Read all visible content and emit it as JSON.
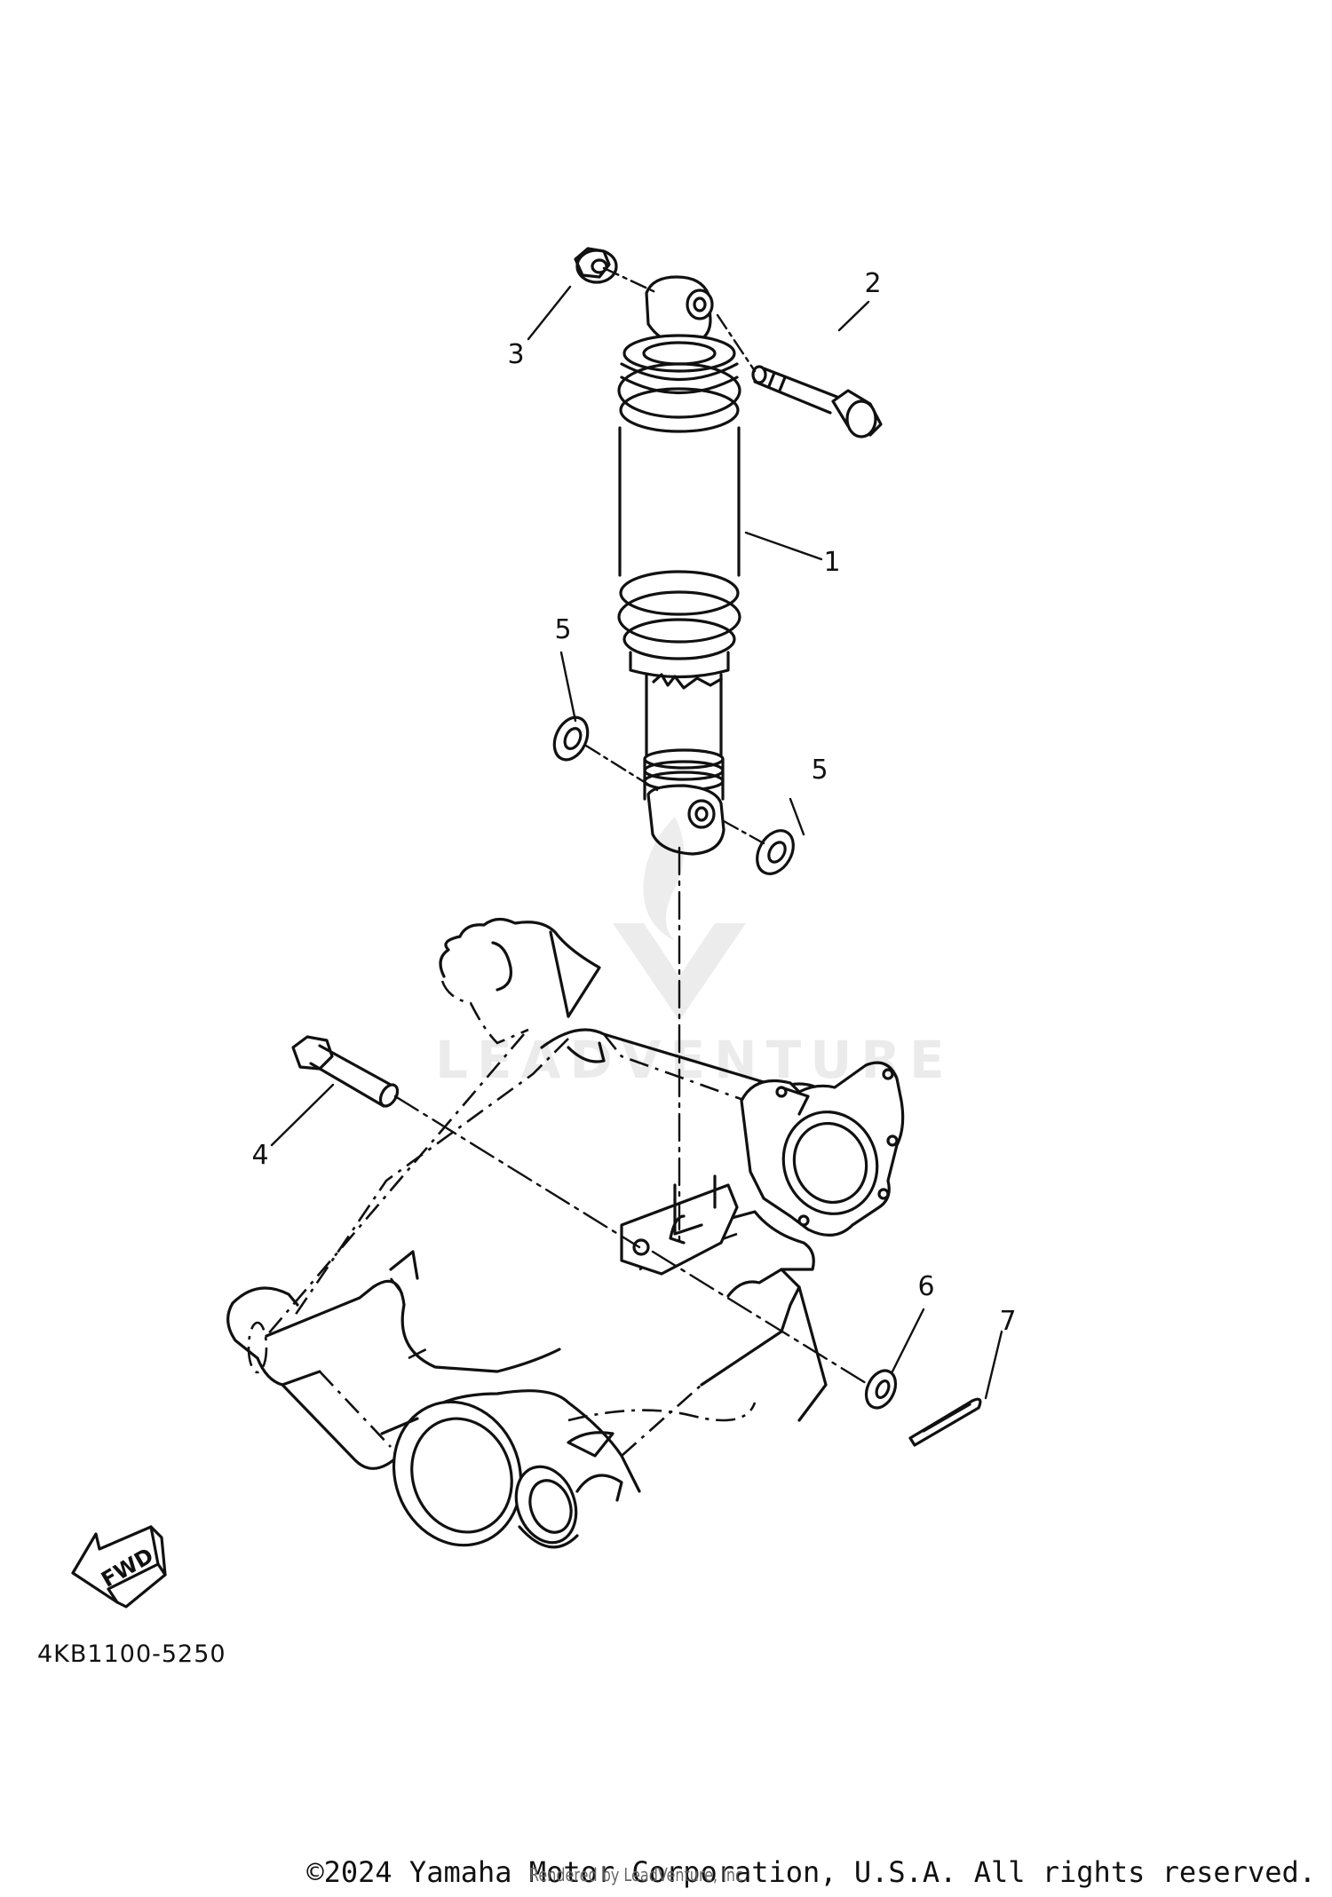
{
  "diagram": {
    "callouts": [
      {
        "id": "callout-1",
        "label": "1"
      },
      {
        "id": "callout-2",
        "label": "2"
      },
      {
        "id": "callout-3",
        "label": "3"
      },
      {
        "id": "callout-4",
        "label": "4"
      },
      {
        "id": "callout-5a",
        "label": "5"
      },
      {
        "id": "callout-5b",
        "label": "5"
      },
      {
        "id": "callout-6",
        "label": "6"
      },
      {
        "id": "callout-7",
        "label": "7"
      }
    ],
    "part_code": "4KB1100-5250",
    "fwd_label": "FWD"
  },
  "watermark": {
    "brand": "LEADVENTURE"
  },
  "footer": {
    "copyright": "©2024 Yamaha Motor Corporation, U.S.A. All rights reserved.",
    "rendered_by": "Rendered by LeadVenture, Inc."
  }
}
